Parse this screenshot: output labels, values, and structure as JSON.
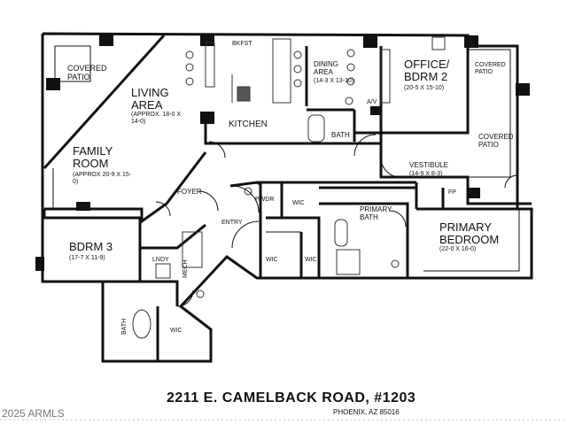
{
  "rooms": {
    "covered_patio_left": "COVERED PATIO",
    "living_area": "LIVING AREA",
    "living_area_dim": "(APPROX. 18-0 x 14-0)",
    "bkfst": "BKFST",
    "kitchen": "KITCHEN",
    "dining_area": "DINING AREA",
    "dining_area_dim": "(14-3 x 13-10)",
    "office": "OFFICE/ BDRM 2",
    "office_dim": "(20-5 x 15-10)",
    "covered_patio_right_top": "COVERED PATIO",
    "av": "A/V",
    "bath_upper": "BATH",
    "covered_patio_right": "COVERED PATIO",
    "family_room": "FAMILY ROOM",
    "family_room_dim": "(APPROX 20-9 x 15-0)",
    "vestibule": "VESTIBULE",
    "vestibule_dim": "(14-9 x 8-3)",
    "foyer": "FOYER",
    "pwdr": "PWDR",
    "wic_1": "WIC",
    "fp": "FP",
    "entry": "ENTRY",
    "primary_bath": "PRIMARY BATH",
    "primary_bedroom": "PRIMARY BEDROOM",
    "primary_bedroom_dim": "(22-0 x 16-0)",
    "bdrm3": "BDRM 3",
    "bdrm3_dim": "(17-7 x 11-9)",
    "lndy": "LNDY",
    "mech": "MECH",
    "wic_2": "WIC",
    "wic_3": "WIC",
    "bath_lower": "BATH",
    "wic_4": "WIC"
  },
  "address": "2211 E. CAMELBACK ROAD, #1203",
  "city": "PHOENIX, AZ 85016",
  "copyright": "2025 ARMLS",
  "colors": {
    "wall": "#111111",
    "fixture": "#333333",
    "background": "#ffffff",
    "watermark": "#777777"
  }
}
